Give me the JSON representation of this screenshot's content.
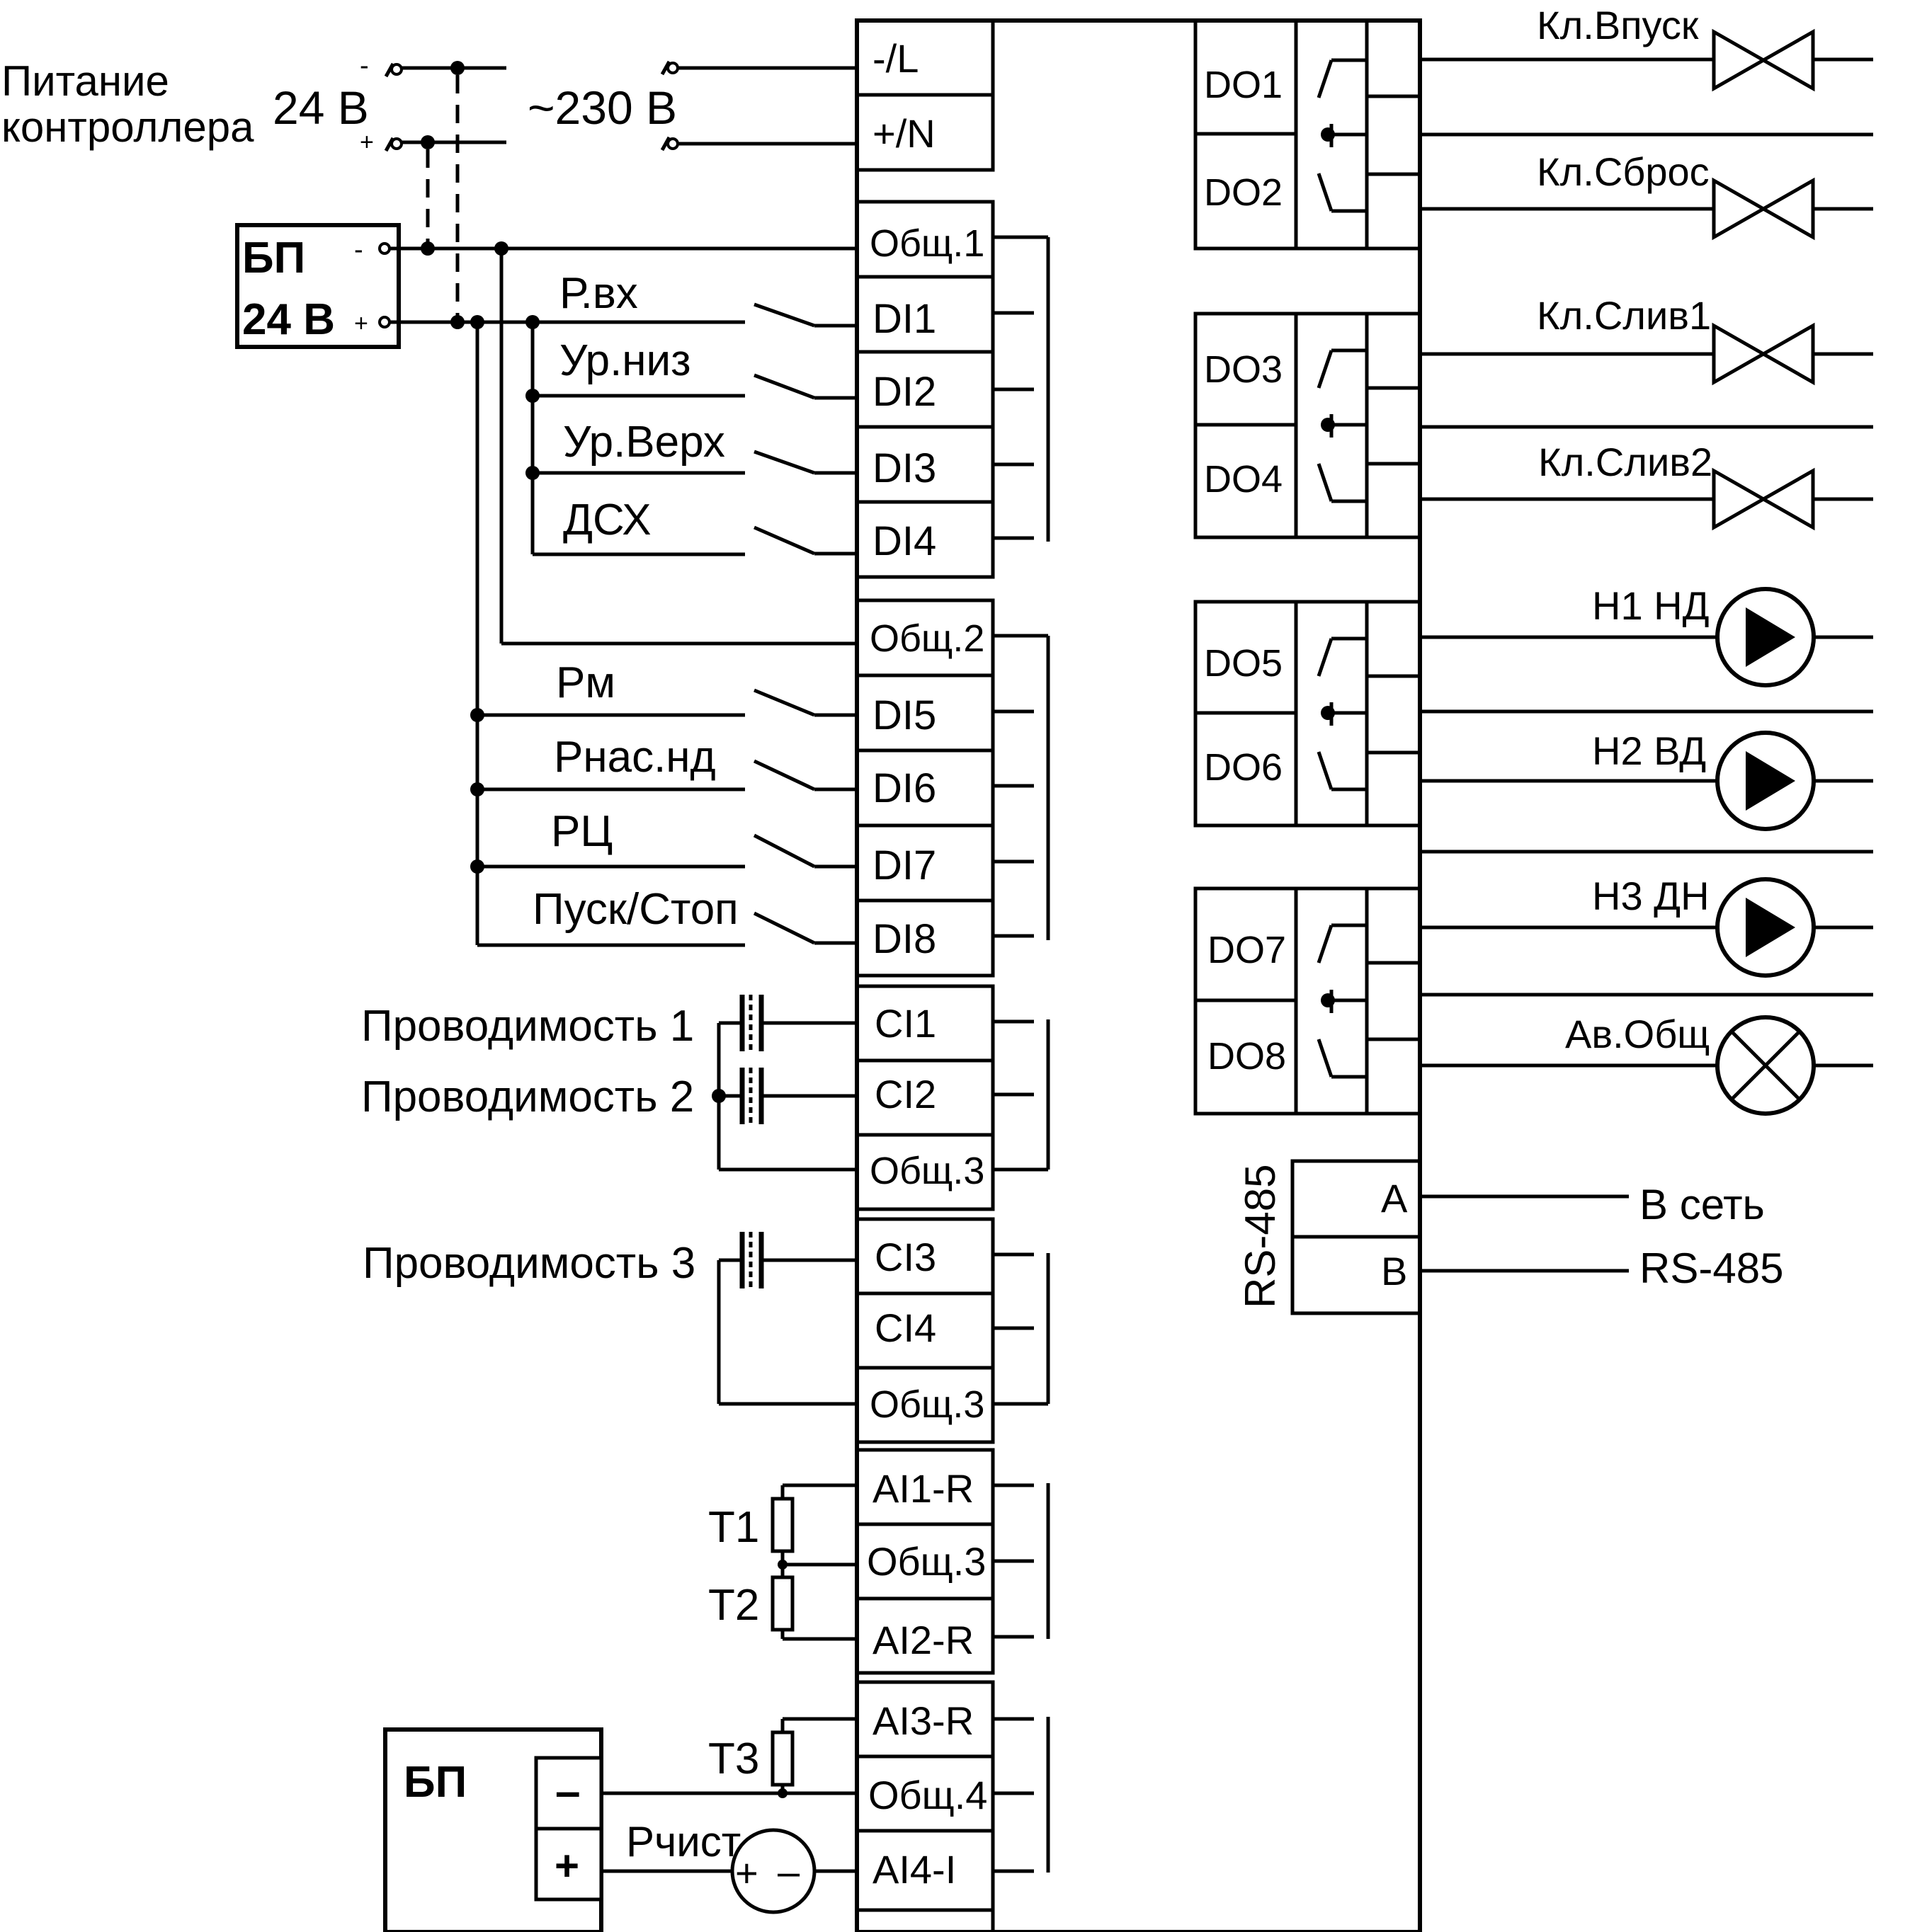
{
  "power": {
    "title_line1": "Питание",
    "title_line2": "контроллера",
    "v24": "24 В",
    "v230": "~230 В",
    "minus": "-",
    "plus": "+"
  },
  "psu1": {
    "line1": "БП",
    "line2": "24 В",
    "minus": "-",
    "plus": "+"
  },
  "psu2": {
    "label": "БП",
    "minus": "–",
    "plus": "+"
  },
  "di_sensors": [
    "Р.вх",
    "Ур.низ",
    "Ур.Верх",
    "ДСХ",
    "Рм",
    "Рнас.нд",
    "РЦ",
    "Пуск/Стоп"
  ],
  "conductivity": [
    "Проводимость 1",
    "Проводимость 2",
    "Проводимость 3"
  ],
  "temp_sensors": [
    "Т1",
    "Т2",
    "Т3"
  ],
  "pressure_sensor": {
    "label": "Рчист",
    "plus": "+",
    "minus": "–"
  },
  "terminals": {
    "power": [
      "-/L",
      "+/N"
    ],
    "di_group1": [
      "Общ.1",
      "DI1",
      "DI2",
      "DI3",
      "DI4"
    ],
    "di_group2": [
      "Общ.2",
      "DI5",
      "DI6",
      "DI7",
      "DI8"
    ],
    "ci_group1": [
      "CI1",
      "CI2",
      "Общ.3"
    ],
    "ci_group2": [
      "CI3",
      "CI4",
      "Общ.3"
    ],
    "ai_group1": [
      "AI1-R",
      "Общ.3",
      "AI2-R"
    ],
    "ai_group2": [
      "AI3-R",
      "Общ.4",
      "AI4-I"
    ]
  },
  "outputs": [
    "DO1",
    "DO2",
    "DO3",
    "DO4",
    "DO5",
    "DO6",
    "DO7",
    "DO8"
  ],
  "actuators": {
    "valves": [
      "Кл.Впуск",
      "Кл.Сброс",
      "Кл.Слив1",
      "Кл.Слив2"
    ],
    "pumps": [
      "Н1 НД",
      "Н2 ВД",
      "Н3 ДН"
    ],
    "alarm": "Ав.Общ"
  },
  "rs485": {
    "label": "RS-485",
    "a": "A",
    "b": "B",
    "net_line1": "В сеть",
    "net_line2": "RS-485"
  }
}
